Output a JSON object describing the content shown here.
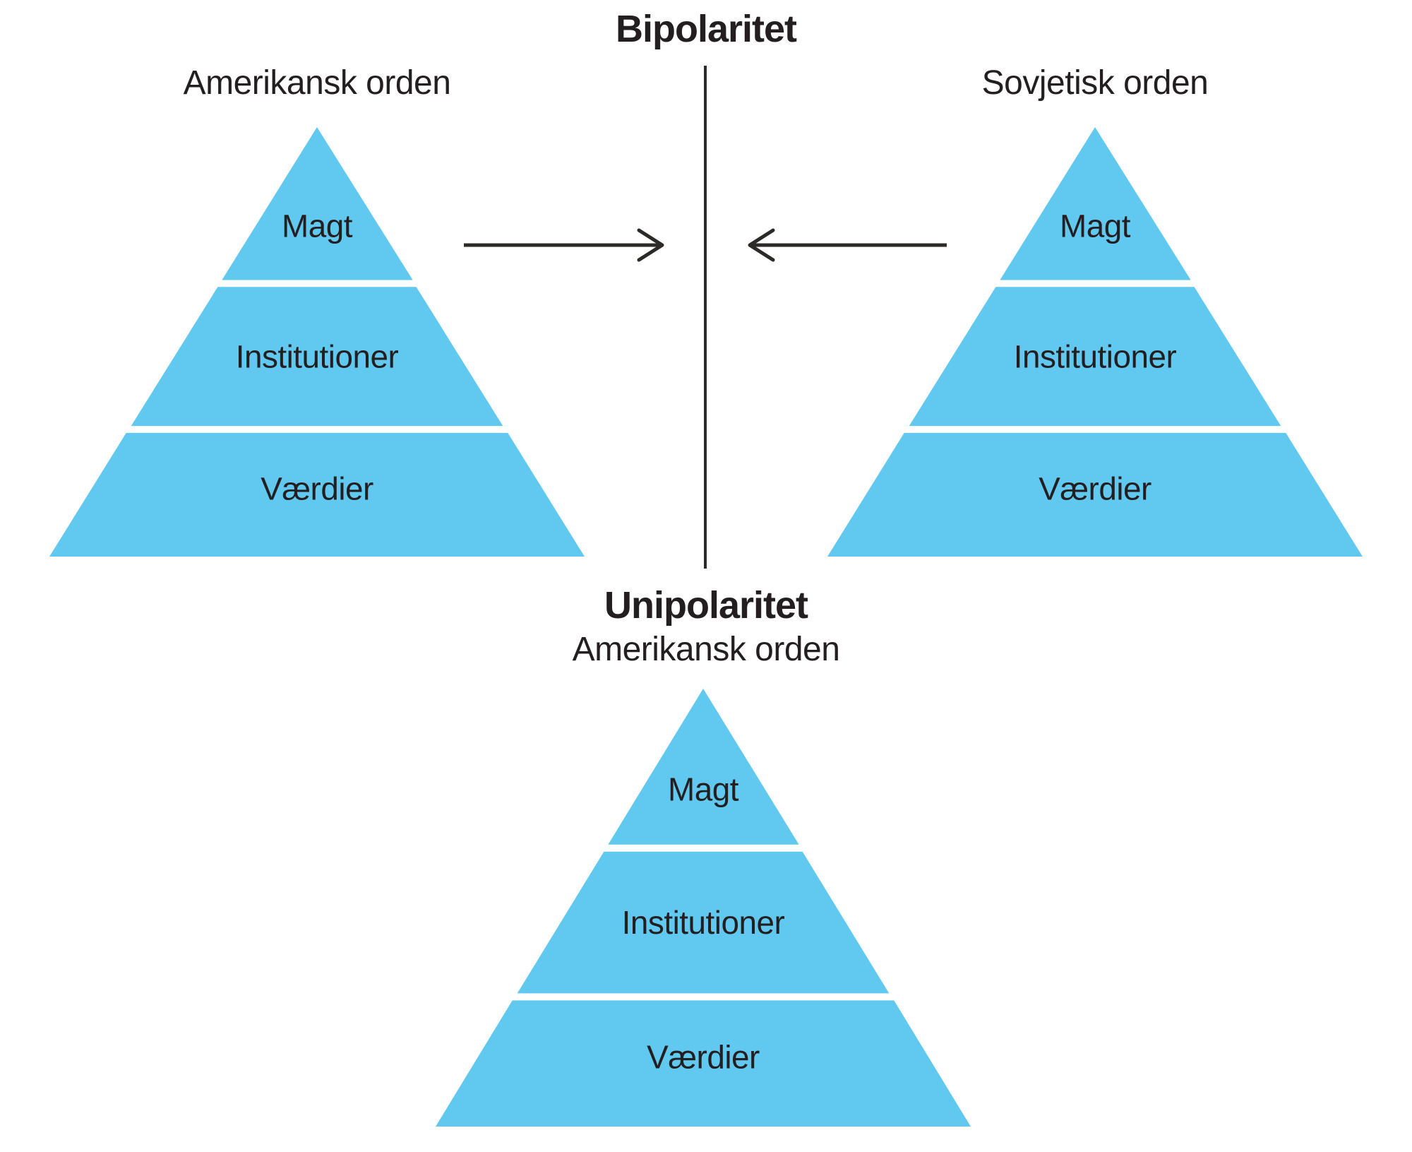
{
  "colors": {
    "pyramid_blue": "#61C8F0",
    "ink": "#231F20",
    "line_color": "#2B2A29",
    "background": "#FFFFFF"
  },
  "top_section": {
    "title": "Bipolaritet",
    "left_pyramid": {
      "label": "Amerikansk orden",
      "layers": [
        "Magt",
        "Institutioner",
        "Værdier"
      ]
    },
    "right_pyramid": {
      "label": "Sovjetisk orden",
      "layers": [
        "Magt",
        "Institutioner",
        "Værdier"
      ]
    }
  },
  "bottom_section": {
    "title": "Unipolaritet",
    "subtitle": "Amerikansk orden",
    "pyramid": {
      "layers": [
        "Magt",
        "Institutioner",
        "Værdier"
      ]
    }
  }
}
